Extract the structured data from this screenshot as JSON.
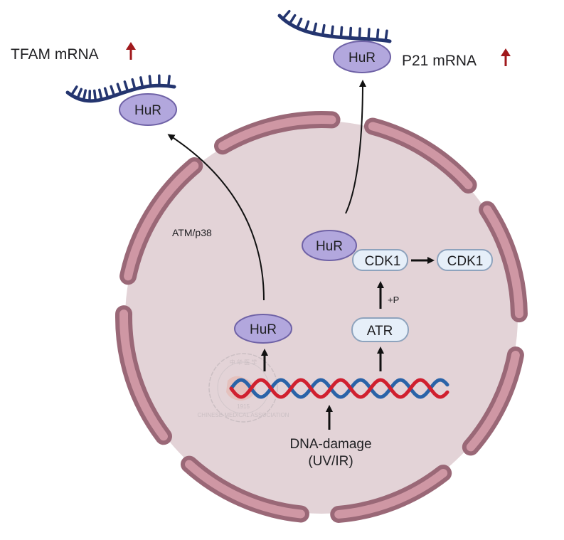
{
  "diagram": {
    "title": "HuR response to DNA damage",
    "labels": {
      "tfam_mrna": "TFAM mRNA",
      "p21_mrna": "P21 mRNA",
      "atm_p38": "ATM/p38",
      "phospho": "+P",
      "dna_damage": "DNA-damage",
      "dna_damage_source": "(UV/IR)"
    },
    "proteins": {
      "hur_tfam": "HuR",
      "hur_p21": "HuR",
      "hur_complex": "HuR",
      "cdk1_bound": "CDK1",
      "cdk1_free": "CDK1",
      "atr": "ATR",
      "hur_nuclear": "HuR"
    },
    "upregulation_icon": "up-arrow-icon",
    "watermark": {
      "top_text": "中 华 医 学",
      "bottom_text": "CHINESE MEDICAL ASSOCIATION",
      "year": "1915"
    },
    "colors": {
      "nucleus_fill": "#e3d3d7",
      "envelope_outline": "#9a6877",
      "envelope_fill": "#cf97a4",
      "hur_fill": "#b2a7dd",
      "hur_stroke": "#6f62a6",
      "box_fill": "#e6eff9",
      "box_stroke": "#8ea3bd",
      "mrna": "#24356f",
      "up_arrow": "#a0191c",
      "dna_red": "#d0202f",
      "dna_blue": "#2a63a8",
      "arrow": "#111111"
    }
  }
}
